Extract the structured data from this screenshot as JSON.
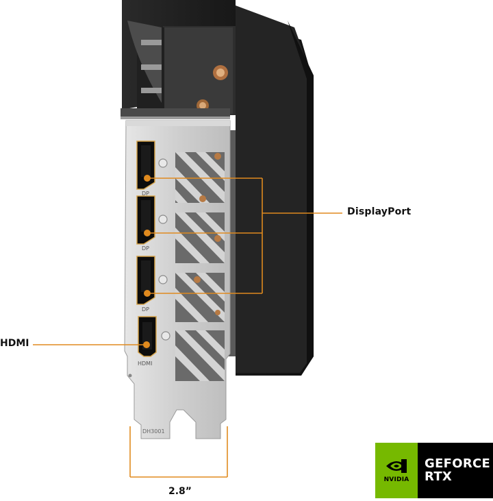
{
  "labels": {
    "displayport": "DisplayPort",
    "hdmi": "HDMI",
    "width": "2.8”"
  },
  "bracket": {
    "port_marks": [
      "DP",
      "DP",
      "DP",
      "HDMI"
    ],
    "stamp": "DH3001"
  },
  "badge": {
    "brand": "NVIDIA",
    "line1": "GEFORCE",
    "line2": "RTX"
  },
  "colors": {
    "callout": "#e08a1e",
    "nvidia_green": "#76b900",
    "shroud": "#1c1c1c",
    "bracket": "#c8c8c8"
  },
  "icons": [
    "nvidia-eye-icon"
  ]
}
